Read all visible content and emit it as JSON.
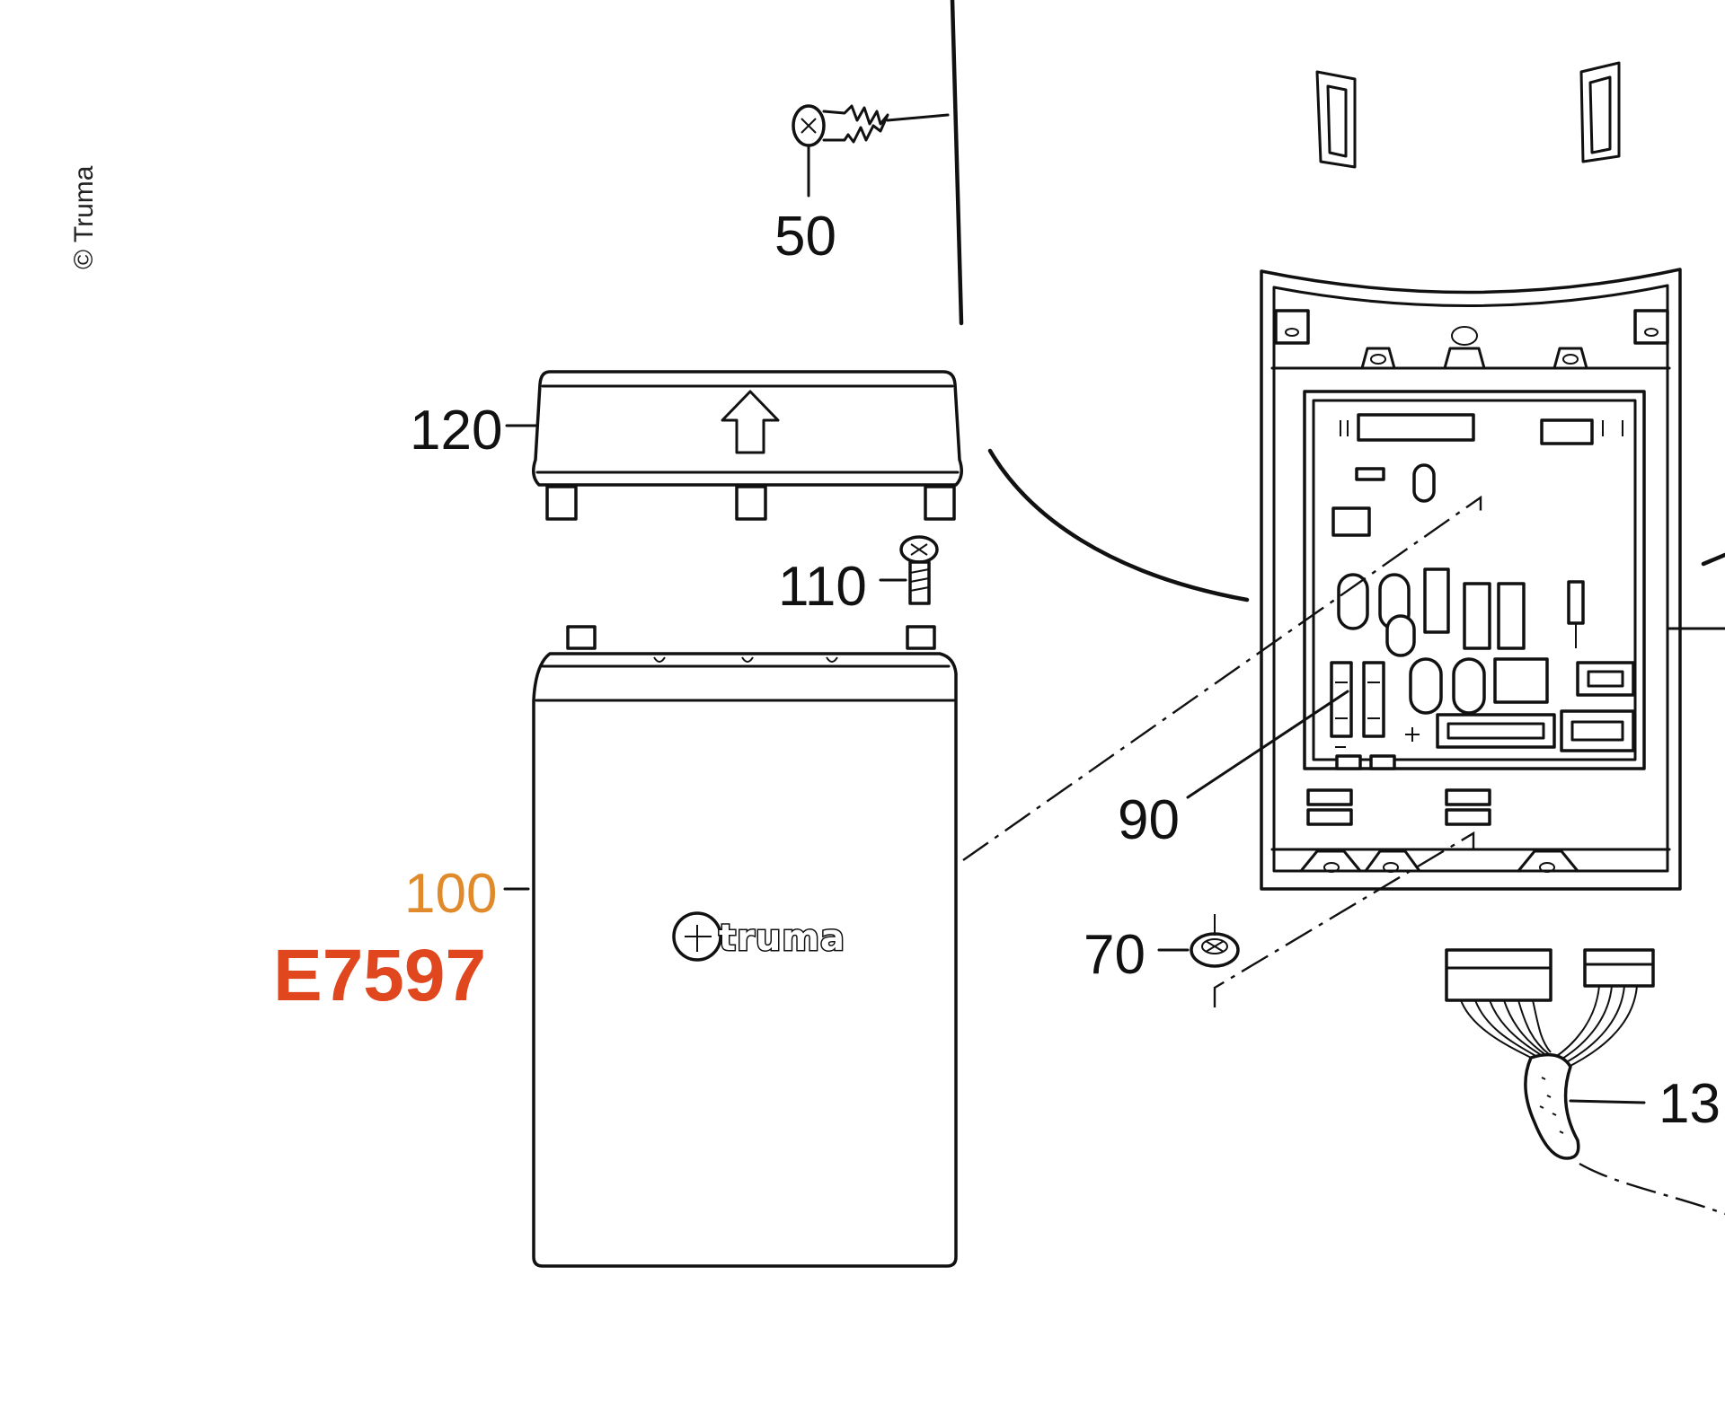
{
  "copyright": "© Truma",
  "brand_logo_text": "truma",
  "highlight": {
    "callout_color": "#e08a2c",
    "part_number_color": "#e0471f"
  },
  "callouts": {
    "c50": "50",
    "c120": "120",
    "c110": "110",
    "c100": "100",
    "c90": "90",
    "c70": "70",
    "c13": "13"
  },
  "part_number": "E7597",
  "icons": {
    "cover_arrow": "arrow-up-outline"
  }
}
